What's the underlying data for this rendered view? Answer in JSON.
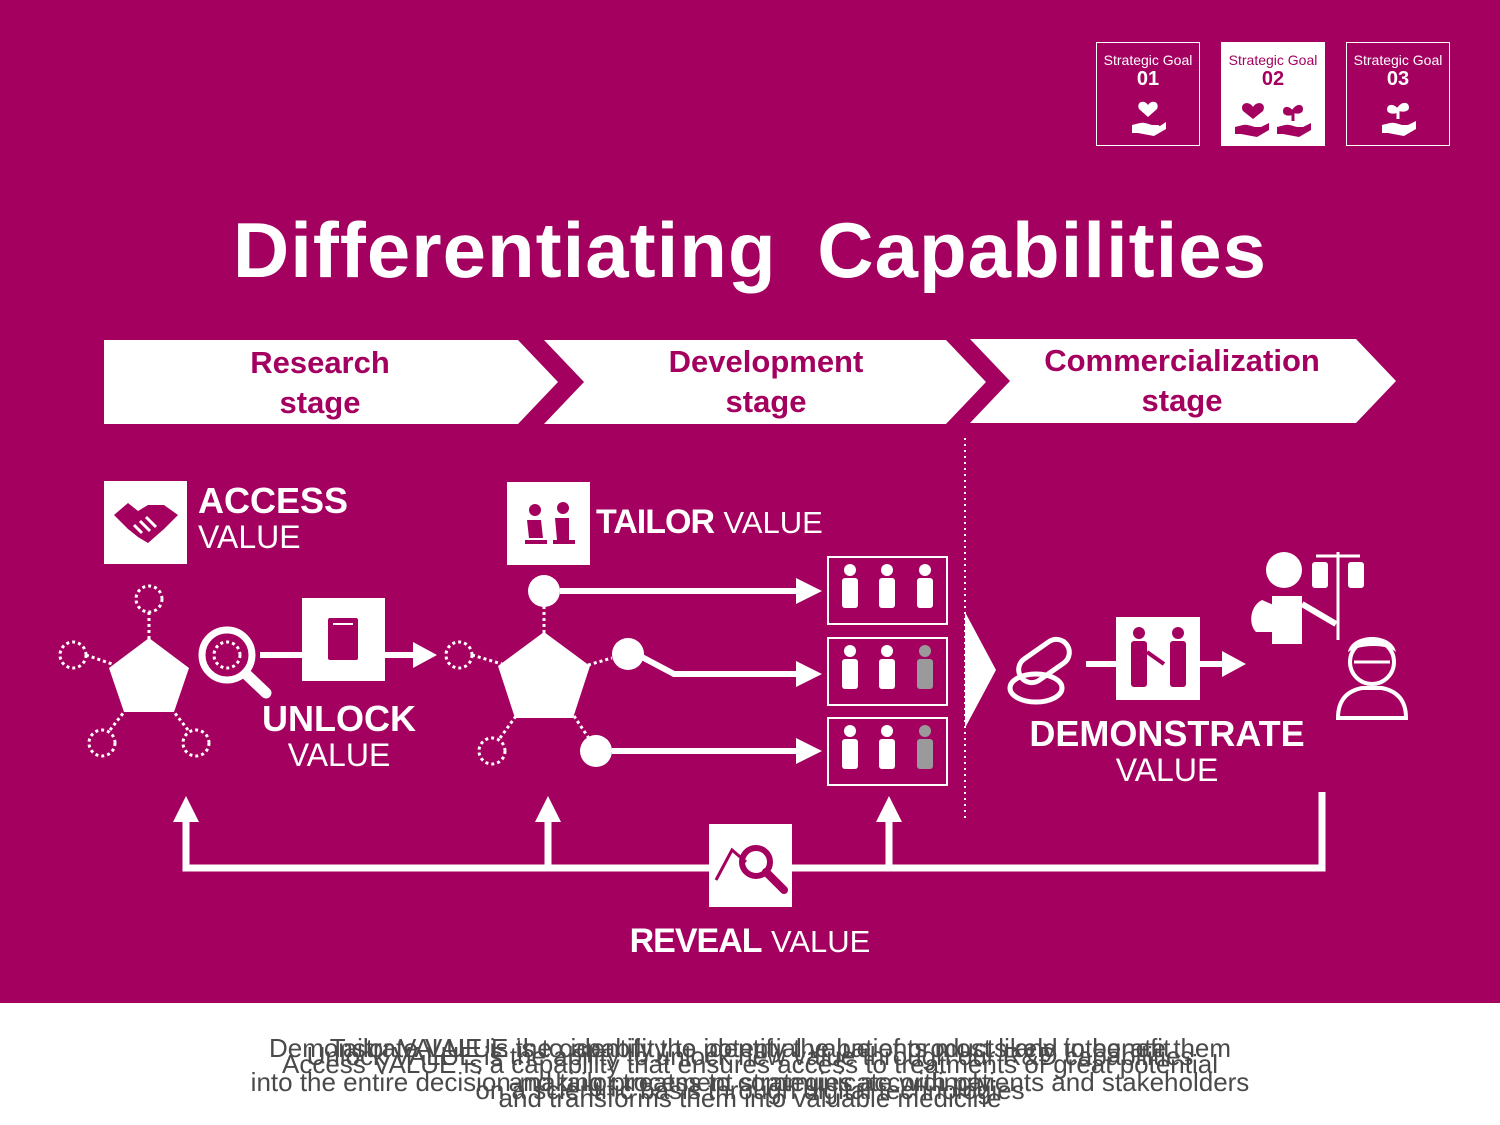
{
  "goals": [
    {
      "label": "Strategic Goal",
      "number": "01",
      "icon": "heart-hand-icon",
      "active": false
    },
    {
      "label": "Strategic Goal",
      "number": "02",
      "icon": "heart-hands-plant-icon",
      "active": true
    },
    {
      "label": "Strategic Goal",
      "number": "03",
      "icon": "plant-hand-icon",
      "active": false
    }
  ],
  "title": "Differentiating  Capabilities",
  "stages": [
    {
      "line1": "Research",
      "line2": "stage"
    },
    {
      "line1": "Development",
      "line2": "stage"
    },
    {
      "line1": "Commercialization",
      "line2": "stage"
    }
  ],
  "values": {
    "access": {
      "bold": "ACCESS",
      "regular": "VALUE"
    },
    "unlock": {
      "bold": "UNLOCK",
      "regular": "VALUE"
    },
    "tailor": {
      "bold": "TAILOR",
      "regular": "VALUE"
    },
    "demonstrate": {
      "bold": "DEMONSTRATE",
      "regular": "VALUE"
    },
    "reveal": {
      "bold": "REVEAL",
      "regular": "VALUE"
    }
  },
  "captions": [
    {
      "line1": "Demonstrate VALUE is to identify the potential value of products and integrate them",
      "line2": "into the entire decision-making process to communicate with patients and stakeholders"
    },
    {
      "line1": "Access VALUE is a capability that ensures access to treatments of great potential",
      "line2": "and transforms them into valuable medicine"
    },
    {
      "line1": "Tailor VALUE is the capability to identify the patients most likely to benefit",
      "line2": "and tailor treatment strategies accordingly"
    },
    {
      "line1": "Unlock VALUE is the ability to unlock new value through our R&D capabilities",
      "line2": "on a scientific basis through digital technologies"
    }
  ],
  "colors": {
    "brand": "#a4005f",
    "white": "#ffffff",
    "gray_figure": "#9a9a9a",
    "caption_text": "#4a4a4a"
  }
}
